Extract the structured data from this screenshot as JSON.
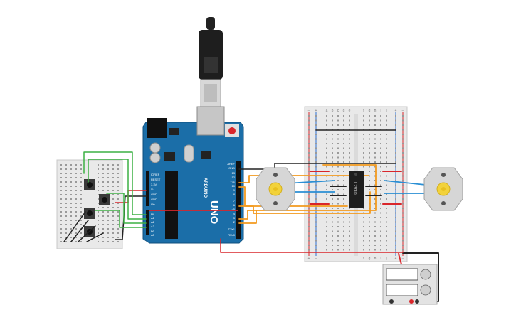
{
  "arduino": {
    "brand": "ARDUINO",
    "model": "UNO",
    "power_header_labels": [
      "IOREF",
      "RESET",
      "3.3V",
      "5V",
      "GND",
      "GND",
      "Vin"
    ],
    "analog_header_labels": [
      "A0",
      "A1",
      "A2",
      "A3",
      "A4",
      "A5"
    ],
    "digital_header_labels": [
      "AREF",
      "GND",
      "13",
      "12",
      "~11",
      "~10",
      "~9",
      "8",
      "7",
      "~6",
      "~5",
      "4",
      "~3",
      "2",
      "TX▸1",
      "RX◂0"
    ]
  },
  "breadboard": {
    "column_letters_left": [
      "a",
      "b",
      "c",
      "d",
      "e"
    ],
    "column_letters_right": [
      "f",
      "g",
      "h",
      "i",
      "j"
    ],
    "rail_plus": "+",
    "rail_minus": "−"
  },
  "chip": {
    "label": "L293D"
  },
  "colors": {
    "board_blue": "#1b6ea8",
    "wire_orange": "#f39a1e",
    "wire_green": "#3cb043",
    "wire_red": "#d9262b",
    "wire_black": "#222222",
    "wire_blue": "#2a8fd4",
    "motor_shaft": "#f2d23a"
  },
  "icons": {
    "usb": "usb-cable-icon",
    "motor_left": "dc-motor-icon",
    "motor_right": "dc-motor-icon",
    "battery": "battery-pack-icon"
  }
}
